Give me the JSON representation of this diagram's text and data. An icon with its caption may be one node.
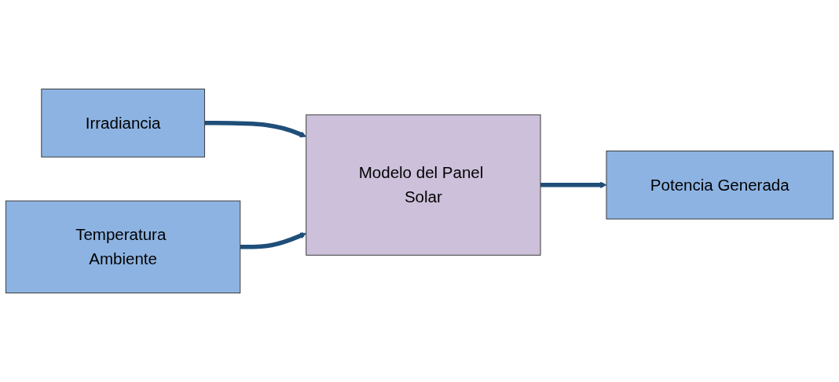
{
  "diagram": {
    "nodes": [
      {
        "text": [
          "Irradiancia"
        ]
      },
      {
        "text": [
          "Temperatura Ambiente"
        ]
      },
      {
        "text": [
          "Modelo del Panel Solar"
        ]
      },
      {
        "text": [
          "Potencia Generada"
        ]
      }
    ],
    "edges": [
      {
        "from": 0,
        "to": 2,
        "arrow": "to"
      },
      {
        "from": 1,
        "to": 2,
        "arrow": "to"
      },
      {
        "from": 2,
        "to": 3,
        "arrow": "to"
      }
    ]
  }
}
